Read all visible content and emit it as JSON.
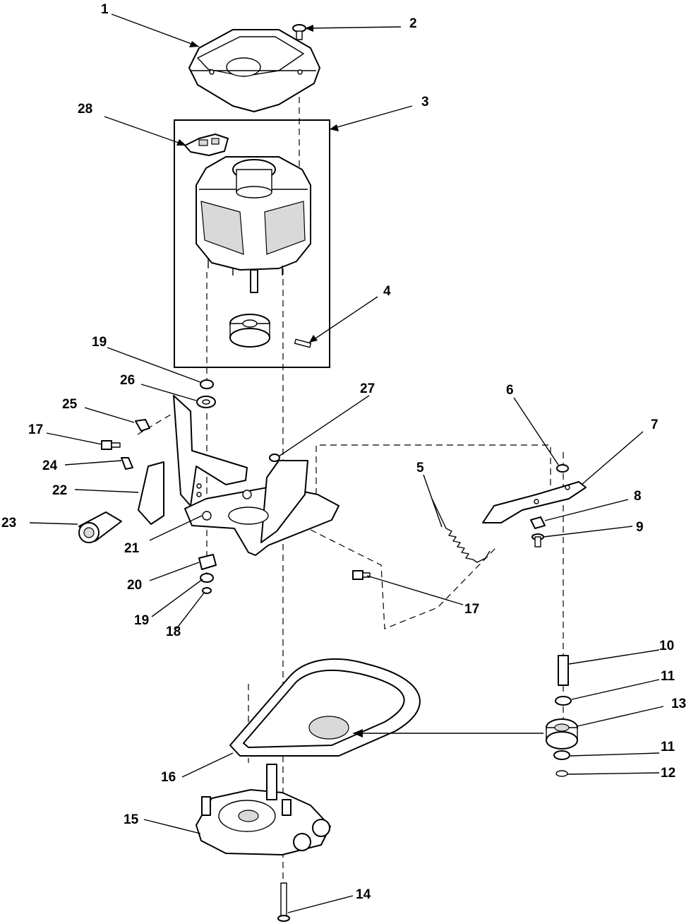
{
  "callouts": {
    "c1": "1",
    "c2": "2",
    "c3": "3",
    "c4": "4",
    "c5": "5",
    "c6": "6",
    "c7": "7",
    "c8": "8",
    "c9": "9",
    "c10": "10",
    "c11a": "11",
    "c11b": "11",
    "c12": "12",
    "c13": "13",
    "c14": "14",
    "c15": "15",
    "c16": "16",
    "c17a": "17",
    "c17b": "17",
    "c18": "18",
    "c19a": "19",
    "c19b": "19",
    "c20": "20",
    "c21": "21",
    "c22": "22",
    "c23": "23",
    "c24": "24",
    "c25": "25",
    "c26": "26",
    "c27": "27",
    "c28": "28"
  },
  "icons": {
    "part-1": "motor-cover",
    "part-2": "screw",
    "part-3": "motor-assembly-box",
    "part-4": "pin",
    "part-5": "spring",
    "part-6": "washer",
    "part-7": "idler-arm",
    "part-8": "bushing",
    "part-9": "bolt",
    "part-10": "shaft",
    "part-11": "washer",
    "part-12": "retaining-ring",
    "part-13": "idler-pulley",
    "part-14": "long-bolt",
    "part-15": "pump",
    "part-16": "drive-belt",
    "part-17": "screw",
    "part-18": "nut",
    "part-19": "washer",
    "part-20": "grommet",
    "part-21": "motor-bracket",
    "part-22": "capacitor-clamp",
    "part-23": "capacitor",
    "part-24": "screw",
    "part-25": "clip",
    "part-26": "grommet",
    "part-27": "washer",
    "part-28": "motor-switch"
  },
  "colors": {
    "line": "#000000",
    "background": "#ffffff",
    "shade": "#d9d9d9"
  }
}
